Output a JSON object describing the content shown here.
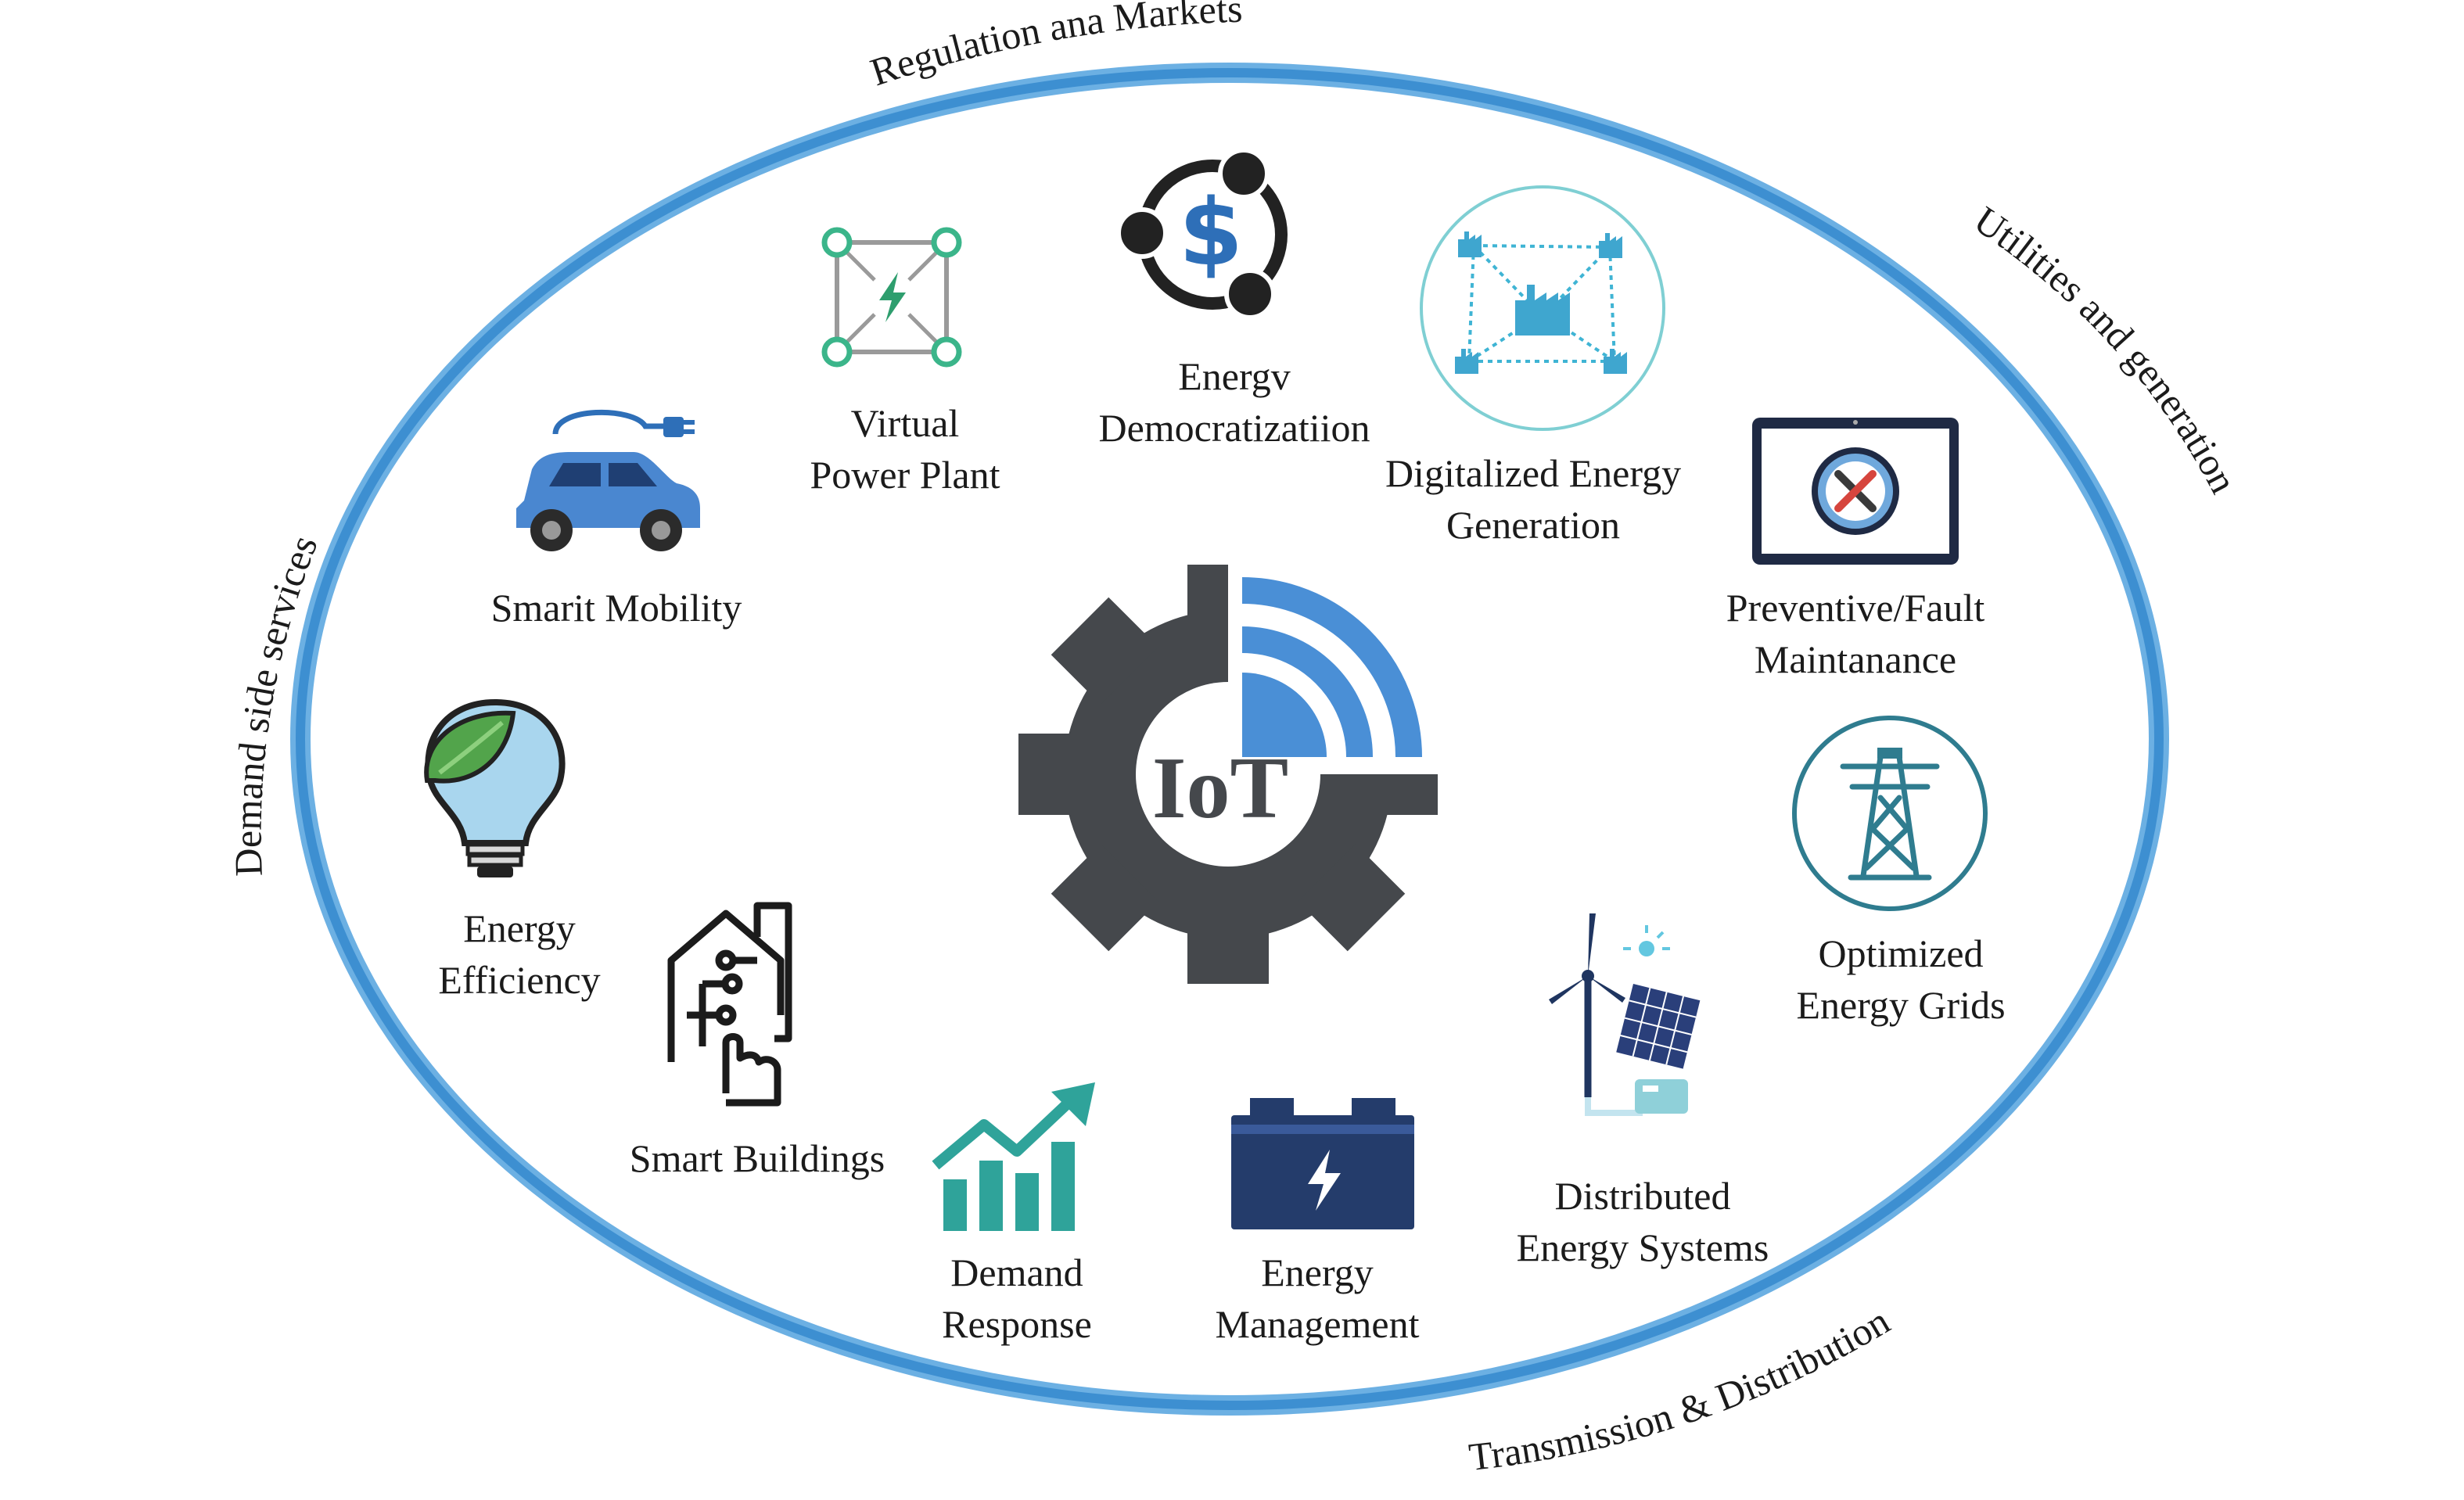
{
  "diagram": {
    "center_text": "IoT",
    "colors": {
      "ring": "#3d8fd1",
      "gear": "#45484c",
      "wifi": "#4a8fd6",
      "teal": "#2fa39a",
      "navy": "#243c6b",
      "green": "#43a047"
    },
    "sectors": [
      "Regulation ana Markets",
      "Utilities and generation",
      "Demand side services",
      "Transmission & Distribution"
    ],
    "nodes": [
      {
        "icon": "electric-car-icon",
        "lines": [
          "Smarit Mobility"
        ]
      },
      {
        "icon": "virtual-power-plant-icon",
        "lines": [
          "Virtual",
          "Power Plant"
        ]
      },
      {
        "icon": "dollar-network-icon",
        "lines": [
          "Energv",
          "Democratizatiion"
        ]
      },
      {
        "icon": "factory-network-icon",
        "lines": [
          "Digitalized Energy",
          "Generation"
        ]
      },
      {
        "icon": "maintenance-tablet-icon",
        "lines": [
          "Preventive/Fault",
          "Maintanance"
        ]
      },
      {
        "icon": "transmission-tower-icon",
        "lines": [
          "Optimized",
          "Energy Grids"
        ]
      },
      {
        "icon": "wind-solar-icon",
        "lines": [
          "Distributed",
          "Energy Systems"
        ]
      },
      {
        "icon": "battery-icon",
        "lines": [
          "Energy",
          "Management"
        ]
      },
      {
        "icon": "growth-chart-icon",
        "lines": [
          "Demand",
          "Response"
        ]
      },
      {
        "icon": "smart-building-icon",
        "lines": [
          "Smart Buildings"
        ]
      },
      {
        "icon": "eco-lightbulb-icon",
        "lines": [
          "Energy",
          "Efficiency"
        ]
      }
    ]
  }
}
